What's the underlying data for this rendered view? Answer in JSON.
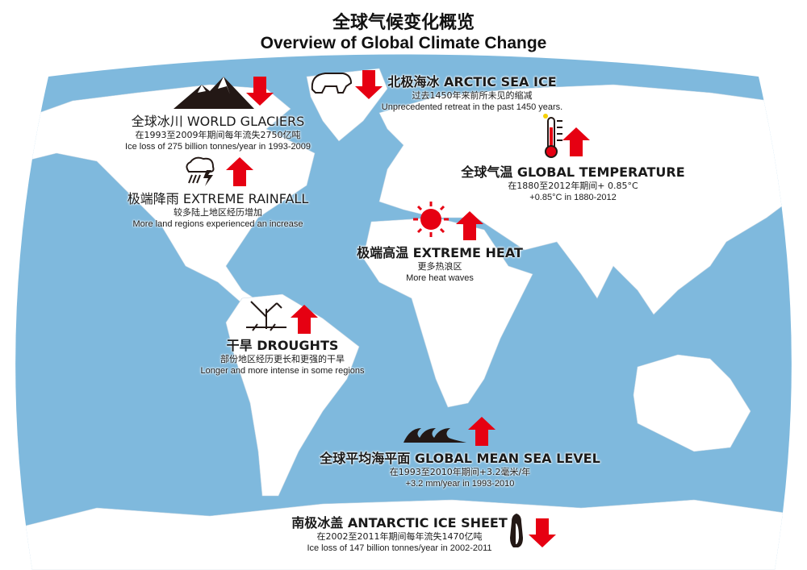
{
  "title": {
    "cn": "全球气候变化概览",
    "en": "Overview of Global Climate Change"
  },
  "colors": {
    "ocean": "#7fb9dd",
    "land": "#ffffff",
    "arrow": "#e60012",
    "text": "#1a1a1a"
  },
  "indicators": [
    {
      "id": "glaciers",
      "cn": "全球冰川",
      "en": "WORLD GLACIERS",
      "detail_cn": "在1993至2009年期间每年流失2750亿吨",
      "detail_en": "Ice loss of 275 billion tonnes/year in 1993-2009",
      "trend": "down",
      "icon": "mountain-icon"
    },
    {
      "id": "arctic",
      "cn": "北极海冰",
      "en": "ARCTIC SEA ICE",
      "detail_cn": "过去1450年来前所未见的缩减",
      "detail_en": "Unprecedented retreat in the past 1450 years.",
      "trend": "down",
      "icon": "polar-bear-icon"
    },
    {
      "id": "temperature",
      "cn": "全球气温",
      "en": "GLOBAL TEMPERATURE",
      "detail_cn": "在1880至2012年期间+ 0.85°C",
      "detail_en": "+0.85°C in 1880-2012",
      "trend": "up",
      "icon": "thermometer-icon"
    },
    {
      "id": "rainfall",
      "cn": "极端降雨",
      "en": "EXTREME RAINFALL",
      "detail_cn": "较多陆上地区经历增加",
      "detail_en": "More land regions experienced an increase",
      "trend": "up",
      "icon": "storm-cloud-icon"
    },
    {
      "id": "heat",
      "cn": "极端高温",
      "en": "EXTREME HEAT",
      "detail_cn": "更多热浪区",
      "detail_en": "More heat waves",
      "trend": "up",
      "icon": "sun-icon"
    },
    {
      "id": "droughts",
      "cn": "干旱",
      "en": "DROUGHTS",
      "detail_cn": "部份地区经历更长和更强的干旱",
      "detail_en": "Longer and more intense in some regions",
      "trend": "up",
      "icon": "dry-plant-icon"
    },
    {
      "id": "sealevel",
      "cn": "全球平均海平面",
      "en": "GLOBAL MEAN SEA LEVEL",
      "detail_cn": "在1993至2010年期间+3.2毫米/年",
      "detail_en": "+3.2 mm/year in 1993-2010",
      "trend": "up",
      "icon": "waves-icon"
    },
    {
      "id": "antarctic",
      "cn": "南极冰盖",
      "en": "ANTARCTIC ICE SHEET",
      "detail_cn": "在2002至2011年期间每年流失1470亿吨",
      "detail_en": "Ice loss of 147 billion tonnes/year in 2002-2011",
      "trend": "down",
      "icon": "penguin-icon"
    }
  ]
}
